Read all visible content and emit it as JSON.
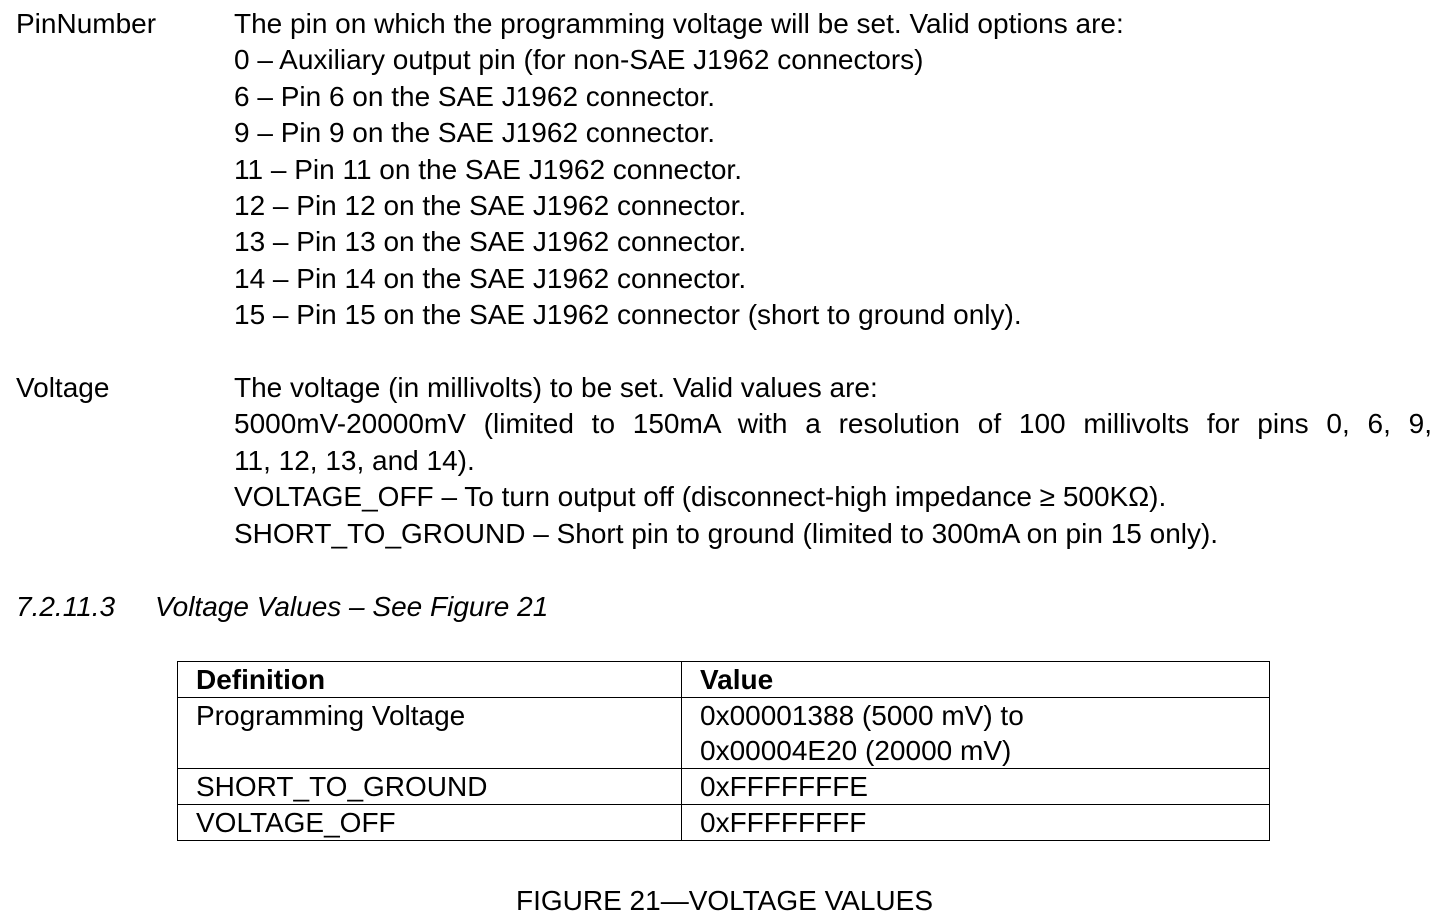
{
  "params": [
    {
      "name": "PinNumber",
      "lines": [
        "The pin on which the programming voltage will be set. Valid options are:",
        "0 – Auxiliary output pin (for non-SAE J1962 connectors)",
        "6 – Pin 6 on the SAE J1962 connector.",
        "9 – Pin 9 on the SAE J1962 connector.",
        "11 – Pin 11 on the SAE J1962 connector.",
        "12 – Pin 12 on the SAE J1962 connector.",
        "13 – Pin 13 on the SAE J1962 connector.",
        "14 – Pin 14 on the SAE J1962 connector.",
        "15 – Pin 15 on the SAE J1962 connector (short to ground only)."
      ]
    },
    {
      "name": "Voltage",
      "lines": [
        "The voltage (in millivolts) to be set. Valid values are:",
        "5000mV-20000mV (limited to 150mA with a resolution of 100 millivolts for pins 0, 6, 9,",
        "11, 12, 13, and 14).",
        "VOLTAGE_OFF – To turn output off (disconnect-high impedance ≥ 500KΩ).",
        "SHORT_TO_GROUND – Short pin to ground (limited to 300mA on pin 15 only)."
      ]
    }
  ],
  "section": {
    "number": "7.2.11.3",
    "title": "Voltage Values – See Figure 21"
  },
  "table": {
    "headers": [
      "Definition",
      "Value"
    ],
    "rows": [
      {
        "definition": "Programming Voltage",
        "value_line1": "0x00001388 (5000 mV) to",
        "value_line2": "0x00004E20 (20000 mV)"
      },
      {
        "definition": "SHORT_TO_GROUND",
        "value_line1": "0xFFFFFFFE"
      },
      {
        "definition": "VOLTAGE_OFF",
        "value_line1": "0xFFFFFFFF"
      }
    ]
  },
  "caption": "FIGURE 21—VOLTAGE VALUES"
}
